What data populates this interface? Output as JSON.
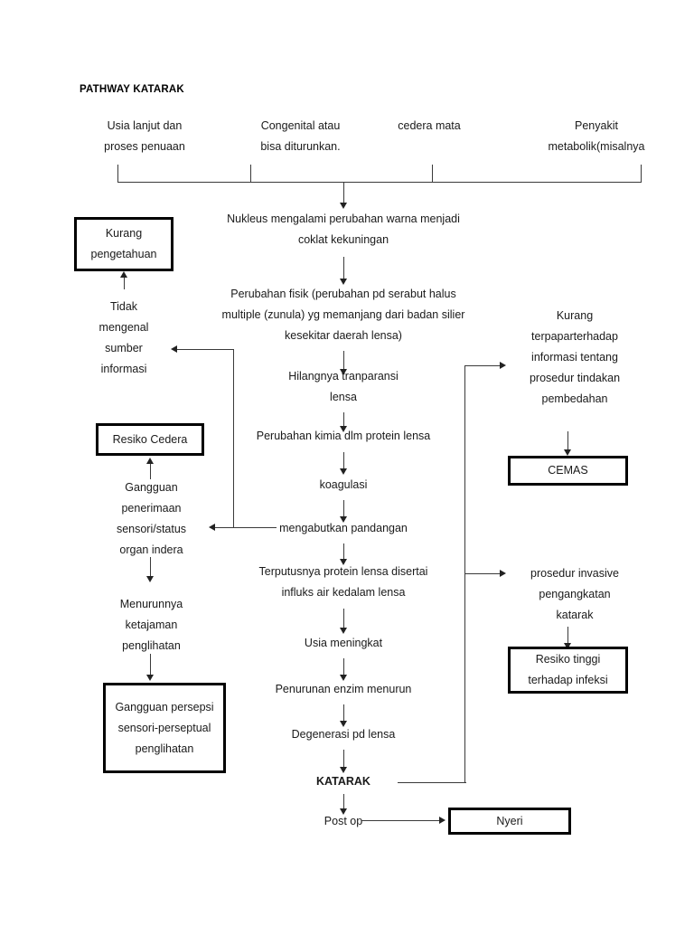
{
  "document": {
    "title": "PATHWAY KATARAK"
  },
  "causes": [
    {
      "id": "usia-lanjut",
      "label": "Usia lanjut dan\nproses penuaan"
    },
    {
      "id": "congenital",
      "label": "Congenital atau\nbisa diturunkan."
    },
    {
      "id": "cedera-mata",
      "label": "cedera mata"
    },
    {
      "id": "penyakit-metabolik",
      "label": "Penyakit\nmetabolik(misalnya"
    }
  ],
  "center_chain": [
    {
      "id": "nukleus",
      "label": "Nukleus  mengalami perubahan warna menjadi\ncoklat kekuningan"
    },
    {
      "id": "perubahan-fisik",
      "label": "Perubahan fisik (perubahan pd serabut halus\nmultiple (zunula) yg memanjang dari badan silier\nkesekitar daerah lensa)"
    },
    {
      "id": "hilangnya-transparansi",
      "label": "Hilangnya tranparansi\nlensa"
    },
    {
      "id": "perubahan-kimia",
      "label": "Perubahan kimia dlm protein lensa"
    },
    {
      "id": "koagulasi",
      "label": "koagulasi"
    },
    {
      "id": "mengabutkan-pandangan",
      "label": "mengabutkan pandangan"
    },
    {
      "id": "terputusnya-protein",
      "label": "Terputusnya protein lensa disertai\ninfluks air kedalam lensa"
    },
    {
      "id": "usia-meningkat",
      "label": "Usia meningkat"
    },
    {
      "id": "penurunan-enzim",
      "label": "Penurunan enzim menurun"
    },
    {
      "id": "degenerasi",
      "label": "Degenerasi pd lensa"
    },
    {
      "id": "katarak",
      "label": "KATARAK"
    },
    {
      "id": "post-op",
      "label": "Post op"
    }
  ],
  "left_branch": {
    "tidak_mengenal": "Tidak\nmengenal\nsumber\ninformasi",
    "gangguan_penerimaan": "Gangguan\npenerimaan\nsensori/status\norgan indera",
    "menurunnya_ketajaman": "Menurunnya\nketajaman\npenglihatan"
  },
  "right_branch": {
    "kurang_terpapar": "Kurang\nterpaparterhadap\ninformasi tentang\nprosedur tindakan\npembedahan",
    "prosedur_invasive": "prosedur invasive\npengangkatan\nkatarak"
  },
  "diagnosis_boxes": [
    {
      "id": "kurang-pengetahuan",
      "label": "Kurang\npengetahuan"
    },
    {
      "id": "resiko-cedera",
      "label": "Resiko Cedera"
    },
    {
      "id": "gangguan-persepsi",
      "label": "Gangguan persepsi\nsensori-perseptual\npenglihatan"
    },
    {
      "id": "cemas",
      "label": "CEMAS"
    },
    {
      "id": "resiko-tinggi-infeksi",
      "label": "Resiko tinggi\nterhadap infeksi"
    },
    {
      "id": "nyeri",
      "label": "Nyeri"
    }
  ],
  "colors": {
    "ink": "#1a1a1a",
    "line": "#3a3a3a",
    "box_border": "#000000",
    "background": "#ffffff"
  }
}
